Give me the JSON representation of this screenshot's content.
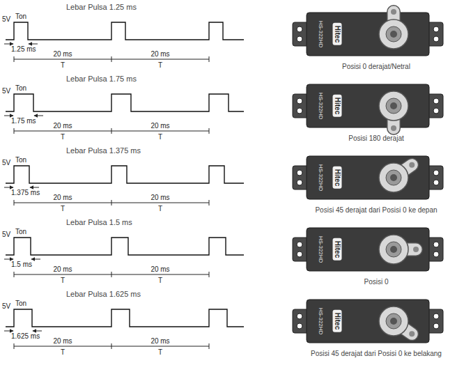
{
  "diagram": {
    "nodes": [
      {
        "text": [
          "HS-322HD",
          "Hitec"
        ]
      },
      {
        "text": [
          "HS-322HD",
          "Hitec"
        ]
      },
      {
        "text": [
          "HS-322HD",
          "Hitec"
        ]
      },
      {
        "text": [
          "HS-322HD",
          "Hitec"
        ]
      },
      {
        "text": [
          "HS-322HD",
          "Hitec"
        ]
      }
    ],
    "labels": [
      "Lebar Pulsa 1.25 ms",
      "5V",
      "Ton",
      "1.25 ms",
      "20 ms",
      "T",
      "20 ms",
      "T",
      "Posisi 0 derajat/Netral",
      "Lebar Pulsa 1.75 ms",
      "5V",
      "Ton",
      "1.75 ms",
      "20 ms",
      "T",
      "20 ms",
      "T",
      "Posisi 180 derajat",
      "Lebar Pulsa 1.375 ms",
      "5V",
      "Ton",
      "1.375 ms",
      "20 ms",
      "T",
      "20 ms",
      "T",
      "Posisi 45 derajat dari Posisi 0 ke depan",
      "Lebar Pulsa 1.5 ms",
      "5V",
      "Ton",
      "1.5 ms",
      "20 ms",
      "T",
      "20 ms",
      "T",
      "Posisi 0",
      "Lebar Pulsa 1.625 ms",
      "5V",
      "Ton",
      "1.625 ms",
      "20 ms",
      "T",
      "20 ms",
      "T",
      "Posisi 45 derajat dari Posisi 0 ke belakang"
    ]
  }
}
